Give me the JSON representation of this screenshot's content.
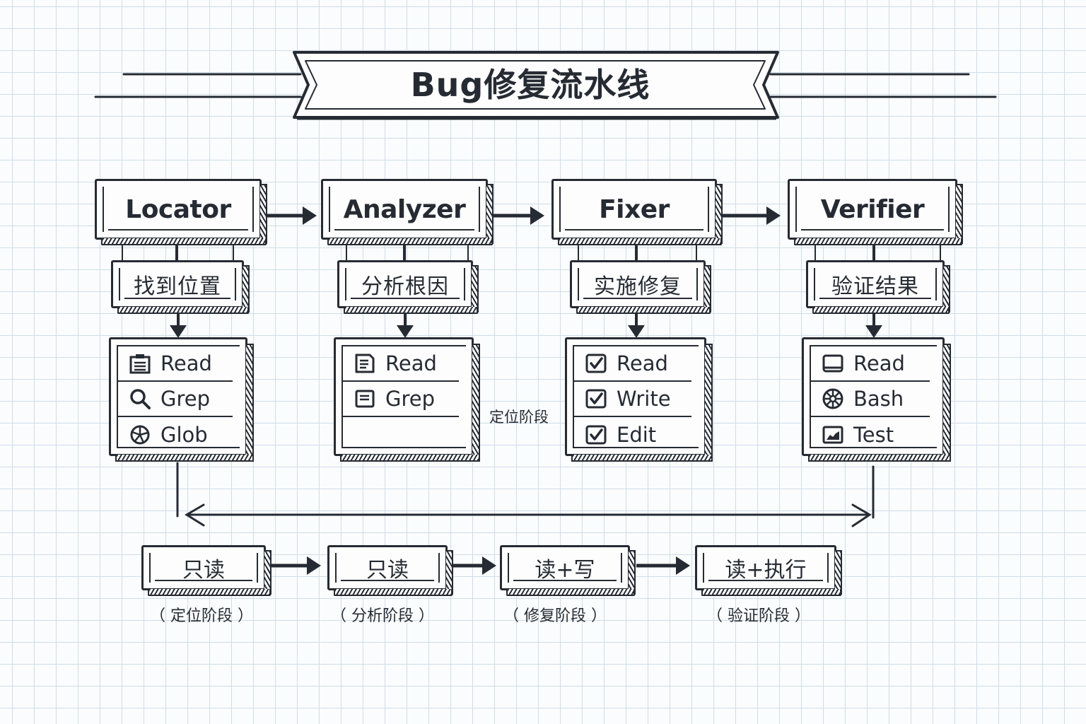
{
  "title": "Bug修复流水线",
  "colors": {
    "ink": "#262b33",
    "paper": "#fbfcfd",
    "grid": "#cfdde9"
  },
  "agents": [
    {
      "name": "Locator",
      "task": "找到位置",
      "tools": [
        {
          "icon": "clipboard-icon",
          "label": "Read"
        },
        {
          "icon": "search-icon",
          "label": "Grep"
        },
        {
          "icon": "globe-icon",
          "label": "Glob"
        }
      ],
      "permission": "只读",
      "phase": "（ 定位阶段 ）"
    },
    {
      "name": "Analyzer",
      "task": "分析根因",
      "tools": [
        {
          "icon": "document-icon",
          "label": "Read"
        },
        {
          "icon": "document-icon",
          "label": "Grep"
        },
        {
          "icon": "",
          "label": ""
        }
      ],
      "permission": "只读",
      "phase": "（ 分析阶段 ）"
    },
    {
      "name": "Fixer",
      "task": "实施修复",
      "tools": [
        {
          "icon": "checkbox-icon",
          "label": "Read"
        },
        {
          "icon": "checkbox-icon",
          "label": "Write"
        },
        {
          "icon": "checkbox-icon",
          "label": "Edit"
        }
      ],
      "permission": "读+写",
      "phase": "（ 修复阶段 ）"
    },
    {
      "name": "Verifier",
      "task": "验证结果",
      "tools": [
        {
          "icon": "laptop-icon",
          "label": "Read"
        },
        {
          "icon": "wheel-icon",
          "label": "Bash"
        },
        {
          "icon": "chart-icon",
          "label": "Test"
        }
      ],
      "permission": "读+执行",
      "phase": "（ 验证阶段 ）"
    }
  ],
  "side_note": "定位阶段"
}
